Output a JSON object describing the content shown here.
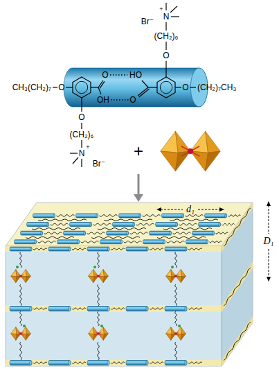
{
  "diagram": {
    "labels": [
      "+",
      "N",
      "Br⁻",
      "(CH₂)₆",
      "O",
      "CH₃(CH₂)₇",
      "O",
      "O",
      "HO",
      "OH",
      "O",
      "O",
      "(CH₂)₇CH₃",
      "O",
      "(CH₂)₆",
      "N",
      "+",
      "Br⁻",
      "+",
      "d₁",
      "D₁"
    ]
  }
}
